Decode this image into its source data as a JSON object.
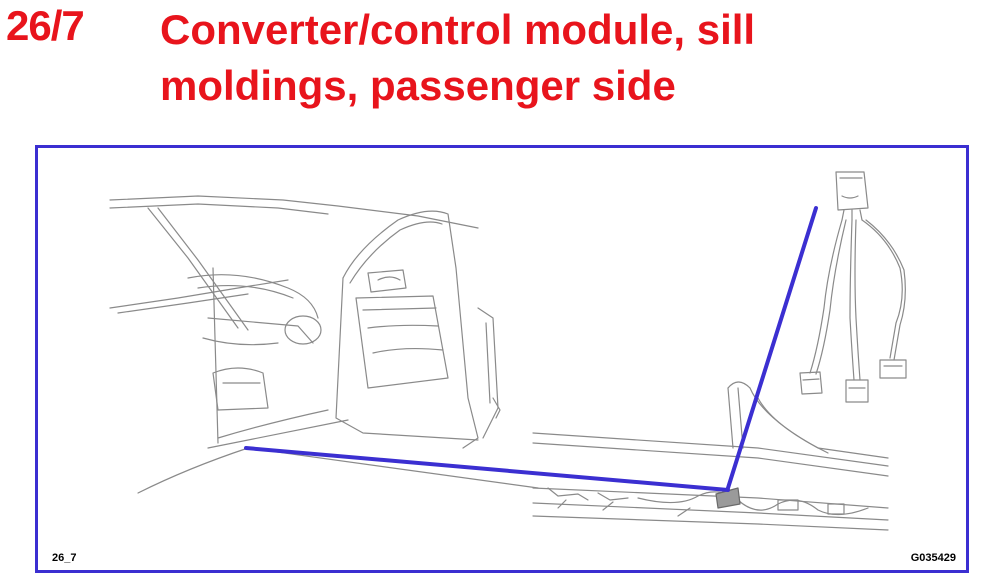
{
  "header": {
    "section_number": "26/7",
    "title": "Converter/control module, sill moldings, passenger side"
  },
  "figure": {
    "ref_left": "26_7",
    "ref_right": "G035429",
    "frame_color": "#3b2fd1",
    "leader_color": "#3b2fd1",
    "title_color": "#e8141c"
  }
}
